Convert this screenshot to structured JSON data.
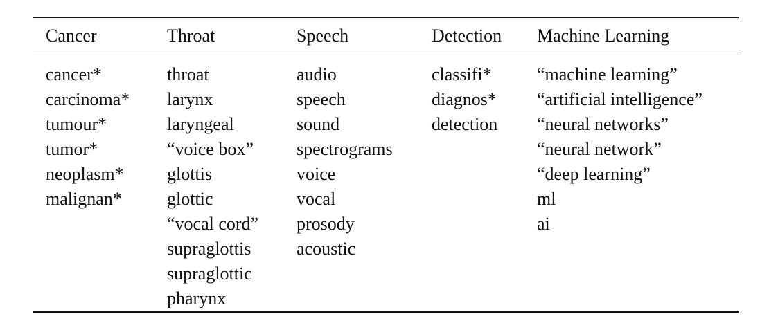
{
  "table": {
    "headers": [
      "Cancer",
      "Throat",
      "Speech",
      "Detection",
      "Machine Learning"
    ],
    "columns": [
      [
        "cancer*",
        "carcinoma*",
        "tumour*",
        "tumor*",
        "neoplasm*",
        "malignan*"
      ],
      [
        "throat",
        "larynx",
        "laryngeal",
        "“voice box”",
        "glottis",
        "glottic",
        "“vocal cord”",
        "supraglottis",
        "supraglottic",
        "pharynx"
      ],
      [
        "audio",
        "speech",
        "sound",
        "spectrograms",
        "voice",
        "vocal",
        "prosody",
        "acoustic"
      ],
      [
        "classifi*",
        "diagnos*",
        "detection"
      ],
      [
        "“machine learning”",
        "“artificial intelligence”",
        "“neural networks”",
        "“neural network”",
        "“deep learning”",
        "ml",
        "ai"
      ]
    ]
  }
}
